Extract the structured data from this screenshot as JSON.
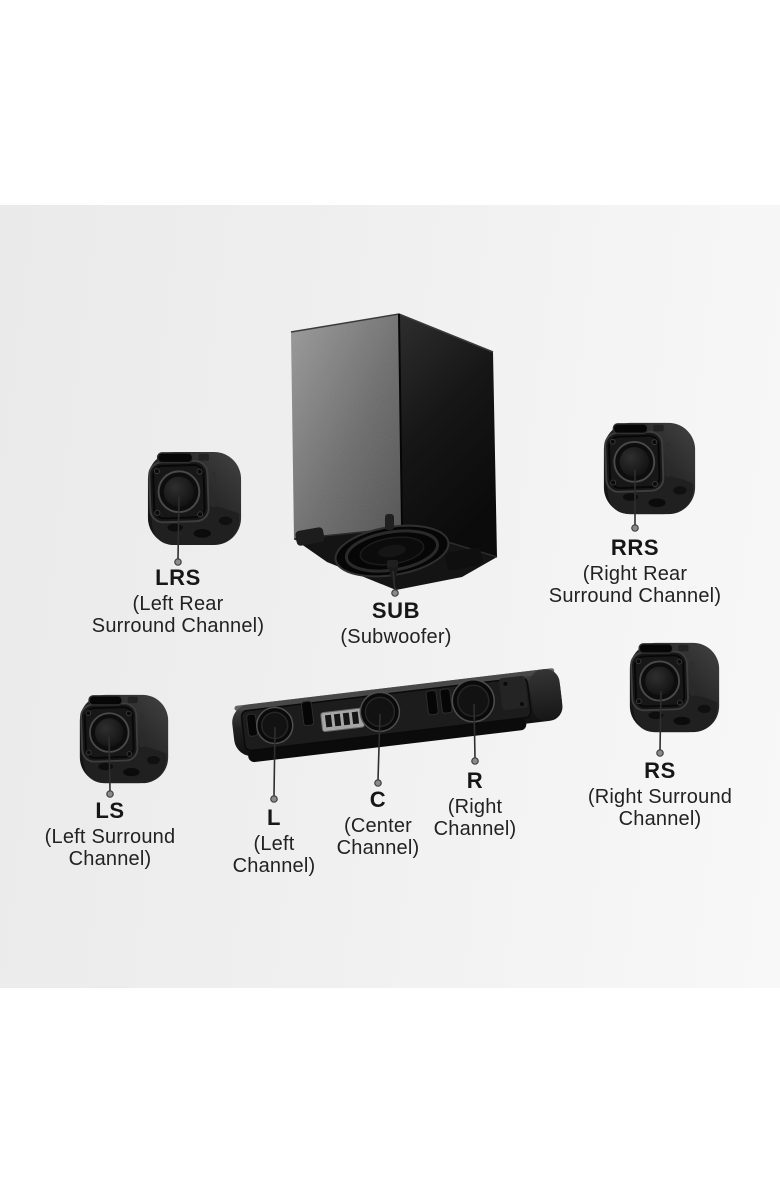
{
  "diagram": {
    "components": [
      {
        "id": "lrs",
        "code": "LRS",
        "desc1": "(Left Rear",
        "desc2": "Surround Channel)"
      },
      {
        "id": "sub",
        "code": "SUB",
        "desc1": "(Subwoofer)",
        "desc2": ""
      },
      {
        "id": "rrs",
        "code": "RRS",
        "desc1": "(Right Rear",
        "desc2": "Surround Channel)"
      },
      {
        "id": "ls",
        "code": "LS",
        "desc1": "(Left Surround",
        "desc2": "Channel)"
      },
      {
        "id": "l",
        "code": "L",
        "desc1": "(Left",
        "desc2": "Channel)"
      },
      {
        "id": "c",
        "code": "C",
        "desc1": "(Center",
        "desc2": "Channel)"
      },
      {
        "id": "r",
        "code": "R",
        "desc1": "(Right",
        "desc2": "Channel)"
      },
      {
        "id": "rs",
        "code": "RS",
        "desc1": "(Right Surround",
        "desc2": "Channel)"
      }
    ],
    "icons": {
      "subwoofer": "subwoofer-image",
      "soundbar": "soundbar-image",
      "satellites": [
        "satellite-speaker-lrs-image",
        "satellite-speaker-rrs-image",
        "satellite-speaker-ls-image",
        "satellite-speaker-rs-image"
      ]
    },
    "colors": {
      "page_background": "#ffffff",
      "photo_background_start": "#eaeaea",
      "photo_background_end": "#f8f8f8",
      "label_text": "#1d1d1d",
      "leader_line": "#2e2e2e",
      "speaker_black": "#141414",
      "grille_gray": "#7a7a7a"
    }
  }
}
